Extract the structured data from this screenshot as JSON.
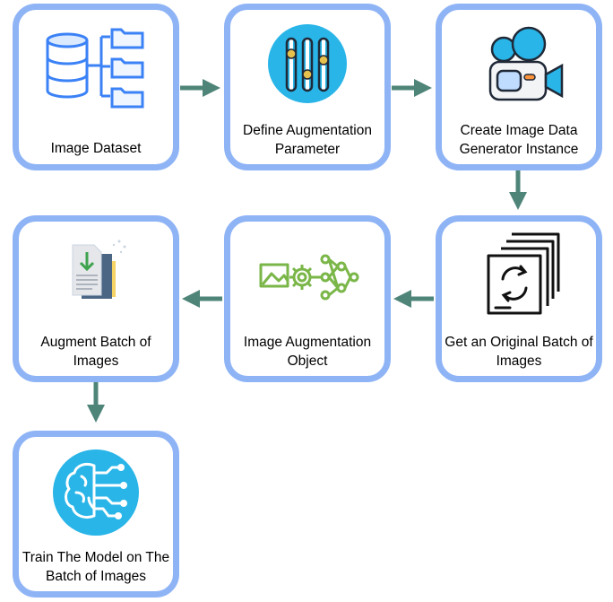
{
  "nodes": [
    {
      "id": "image-dataset",
      "label": "Image Dataset",
      "icon": "database-folders-icon"
    },
    {
      "id": "define-augmentation",
      "label": "Define Augmentation Parameter",
      "icon": "sliders-icon"
    },
    {
      "id": "create-generator",
      "label": "Create Image Data Generator Instance",
      "icon": "video-camera-icon"
    },
    {
      "id": "original-batch",
      "label": "Get an Original Batch of Images",
      "icon": "image-stack-refresh-icon"
    },
    {
      "id": "augmentation-object",
      "label": "Image Augmentation Object",
      "icon": "image-gear-network-icon"
    },
    {
      "id": "augment-batch",
      "label": "Augment Batch of Images",
      "icon": "document-download-icon"
    },
    {
      "id": "train-model",
      "label": "Train The Model on The Batch of Images",
      "icon": "brain-circuit-icon"
    }
  ],
  "edges": [
    [
      "image-dataset",
      "define-augmentation"
    ],
    [
      "define-augmentation",
      "create-generator"
    ],
    [
      "create-generator",
      "original-batch"
    ],
    [
      "original-batch",
      "augmentation-object"
    ],
    [
      "augmentation-object",
      "augment-batch"
    ],
    [
      "augment-batch",
      "train-model"
    ]
  ],
  "colors": {
    "box_border": "#8fb4f6",
    "arrow": "#4f8579",
    "icon_blue": "#29b5e8",
    "icon_green": "#7ab648"
  }
}
